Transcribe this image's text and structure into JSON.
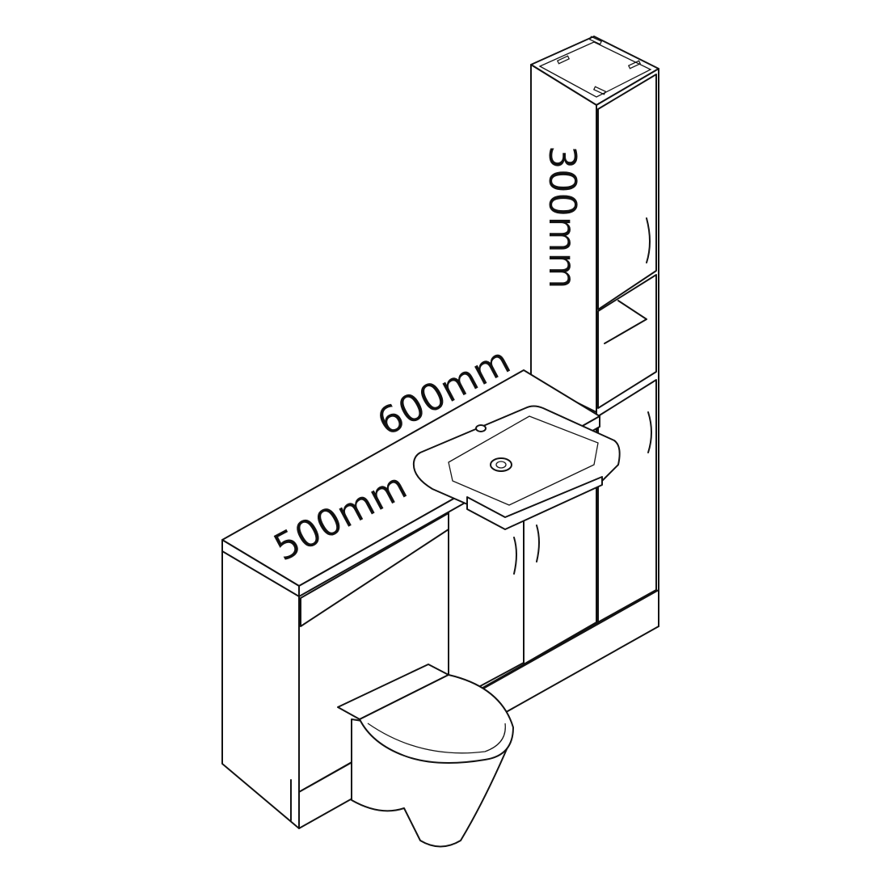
{
  "dimensions": {
    "width_label": "600mm",
    "depth_label": "500mm",
    "tall_unit_depth_label": "300mm"
  }
}
